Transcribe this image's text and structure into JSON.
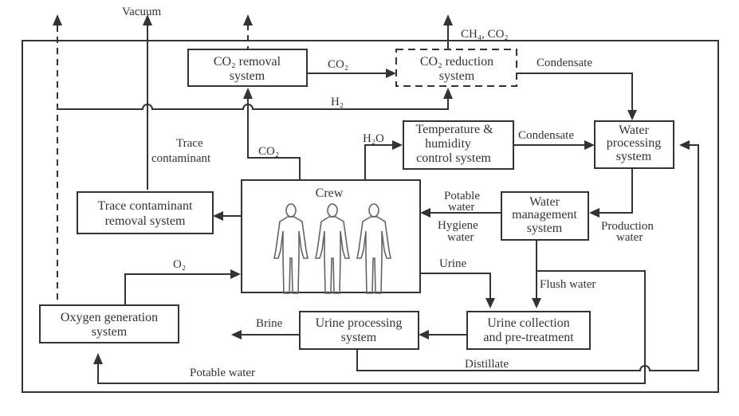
{
  "boxes": {
    "co2_removal": {
      "line1": "CO₂  removal",
      "line2": "system"
    },
    "co2_reduction": {
      "line1": "CO₂  reduction",
      "line2": "system"
    },
    "temp_humidity": {
      "line1": "Temperature &",
      "line2": "humidity",
      "line3": "control system"
    },
    "water_processing": {
      "line1": "Water",
      "line2": "processing",
      "line3": "system"
    },
    "crew": {
      "title": "Crew"
    },
    "trace_removal": {
      "line1": "Trace contaminant",
      "line2": "removal system"
    },
    "water_management": {
      "line1": "Water",
      "line2": "management",
      "line3": "system"
    },
    "oxygen_generation": {
      "line1": "Oxygen generation",
      "line2": "system"
    },
    "urine_processing": {
      "line1": "Urine processing",
      "line2": "system"
    },
    "urine_collection": {
      "line1": "Urine collection",
      "line2": "and  pre-treatment"
    }
  },
  "labels": {
    "vacuum": "Vacuum",
    "ch4_co2": "CH₄, CO₂",
    "co2_flow_top": "CO₂",
    "condensate_top": "Condensate",
    "h2": "H₂",
    "trace_line1": "Trace",
    "trace_line2": "contaminant",
    "co2_crew": "CO₂",
    "h2o": "H₂O",
    "condensate_mid": "Condensate",
    "potable_line1": "Potable",
    "potable_line2": "water",
    "hygiene_line1": "Hygiene",
    "hygiene_line2": "water",
    "production_line1": "Production",
    "production_line2": "water",
    "o2": "O₂",
    "urine": "Urine",
    "flush_water": "Flush water",
    "brine": "Brine",
    "distillate": "Distillate",
    "potable_water_bottom": "Potable water"
  },
  "crew_figures": 3
}
